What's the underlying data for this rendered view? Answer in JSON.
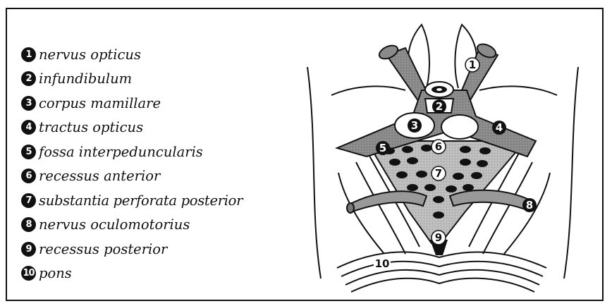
{
  "legend": {
    "items": [
      {
        "num": "1",
        "label": "nervus opticus"
      },
      {
        "num": "2",
        "label": "infundibulum"
      },
      {
        "num": "3",
        "label": "corpus mamillare"
      },
      {
        "num": "4",
        "label": "tractus opticus"
      },
      {
        "num": "5",
        "label": "fossa interpeduncularis"
      },
      {
        "num": "6",
        "label": "recessus anterior"
      },
      {
        "num": "7",
        "label": "substantia perforata posterior"
      },
      {
        "num": "8",
        "label": "nervus oculomotorius"
      },
      {
        "num": "9",
        "label": "recessus posterior"
      },
      {
        "num": "10",
        "label": "pons"
      }
    ]
  },
  "diagram": {
    "markers": [
      {
        "num": "1",
        "style": "light"
      },
      {
        "num": "2",
        "style": "dark"
      },
      {
        "num": "3",
        "style": "dark"
      },
      {
        "num": "4",
        "style": "dark"
      },
      {
        "num": "5",
        "style": "dark"
      },
      {
        "num": "6",
        "style": "light"
      },
      {
        "num": "7",
        "style": "light"
      },
      {
        "num": "8",
        "style": "dark"
      },
      {
        "num": "9",
        "style": "light"
      },
      {
        "num": "10",
        "style": "light"
      }
    ],
    "colors": {
      "tract": "#8a8a8a",
      "fossa": "#b8b8b8",
      "outline": "#111111",
      "background": "#ffffff"
    }
  }
}
